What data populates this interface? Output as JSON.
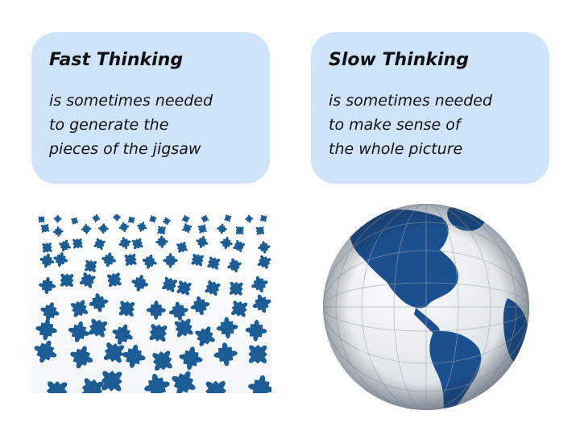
{
  "cards": {
    "left": {
      "title": "Fast Thinking",
      "lines": [
        "is sometimes needed",
        "to generate the",
        "pieces of the jigsaw"
      ]
    },
    "right": {
      "title": "Slow Thinking",
      "lines": [
        "is sometimes needed",
        "to make sense of",
        "the whole picture"
      ]
    }
  },
  "images": {
    "left": {
      "icon": "scattered-puzzle-pieces-icon",
      "color": "#1c5d96"
    },
    "right": {
      "icon": "puzzle-globe-icon",
      "color": "#1b4f8e"
    }
  },
  "colors": {
    "card_background": "#cfe3fb",
    "text": "#111111",
    "piece_blue": "#1c5d96",
    "globe_blue": "#1b4f8e",
    "globe_white": "#eef1f4"
  }
}
